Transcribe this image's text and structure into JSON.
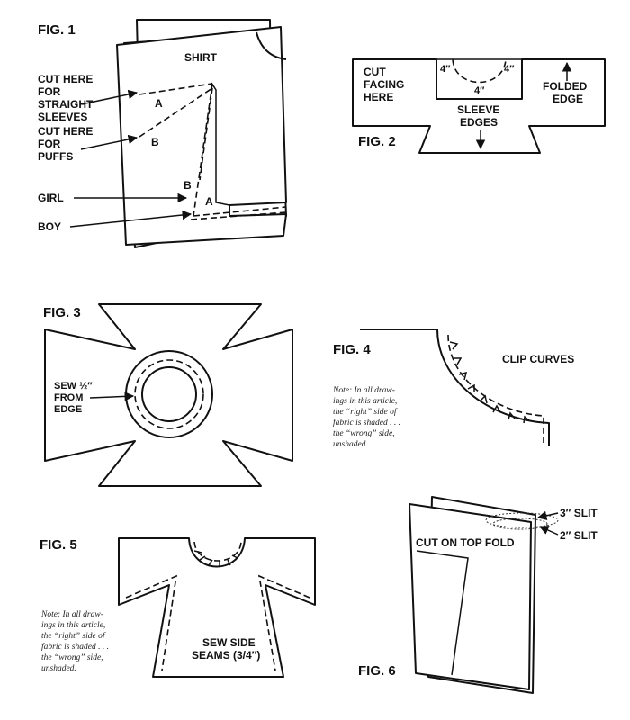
{
  "fig1": {
    "title": "FIG. 1",
    "shirt": "SHIRT",
    "cut_straight": [
      "CUT HERE",
      "FOR",
      "STRAIGHT",
      "SLEEVES"
    ],
    "cut_puffs": [
      "CUT HERE",
      "FOR",
      "PUFFS"
    ],
    "girl": "GIRL",
    "boy": "BOY",
    "mark_a": "A",
    "mark_b": "B"
  },
  "fig2": {
    "title": "FIG. 2",
    "cut_facing": [
      "CUT",
      "FACING",
      "HERE"
    ],
    "dim": "4″",
    "folded": [
      "FOLDED",
      "EDGE"
    ],
    "sleeve_edges": [
      "SLEEVE",
      "EDGES"
    ]
  },
  "fig3": {
    "title": "FIG. 3",
    "sew": [
      "SEW ½″",
      "FROM",
      "EDGE"
    ]
  },
  "fig4": {
    "title": "FIG. 4",
    "clip": "CLIP CURVES",
    "note": [
      "Note: In all draw-",
      "ings in this article,",
      "the “right” side of",
      "fabric is shaded . . .",
      "the “wrong” side,",
      "unshaded."
    ]
  },
  "fig5": {
    "title": "FIG. 5",
    "sew_side": [
      "SEW SIDE",
      "SEAMS (3/4″)"
    ],
    "note": [
      "Note: In all draw-",
      "ings in this article,",
      "the “right” side of",
      "fabric is shaded . . .",
      "the “wrong” side,",
      "unshaded."
    ]
  },
  "fig6": {
    "title": "FIG. 6",
    "cut_top": "CUT ON TOP FOLD",
    "slit3": "3″ SLIT",
    "slit2": "2″ SLIT"
  }
}
